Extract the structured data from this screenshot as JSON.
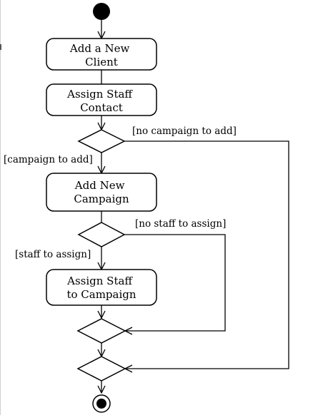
{
  "diagram": {
    "type": "uml-activity",
    "actions": {
      "add_client": [
        "Add a New",
        "Client"
      ],
      "assign_staff_contact": [
        "Assign Staff",
        "Contact"
      ],
      "add_campaign": [
        "Add New",
        "Campaign"
      ],
      "assign_staff_campaign": [
        "Assign Staff",
        "to Campaign"
      ]
    },
    "guards": {
      "no_campaign": "[no campaign to add]",
      "campaign": "[campaign to add]",
      "no_staff": "[no staff to assign]",
      "staff": "[staff to assign]"
    }
  }
}
